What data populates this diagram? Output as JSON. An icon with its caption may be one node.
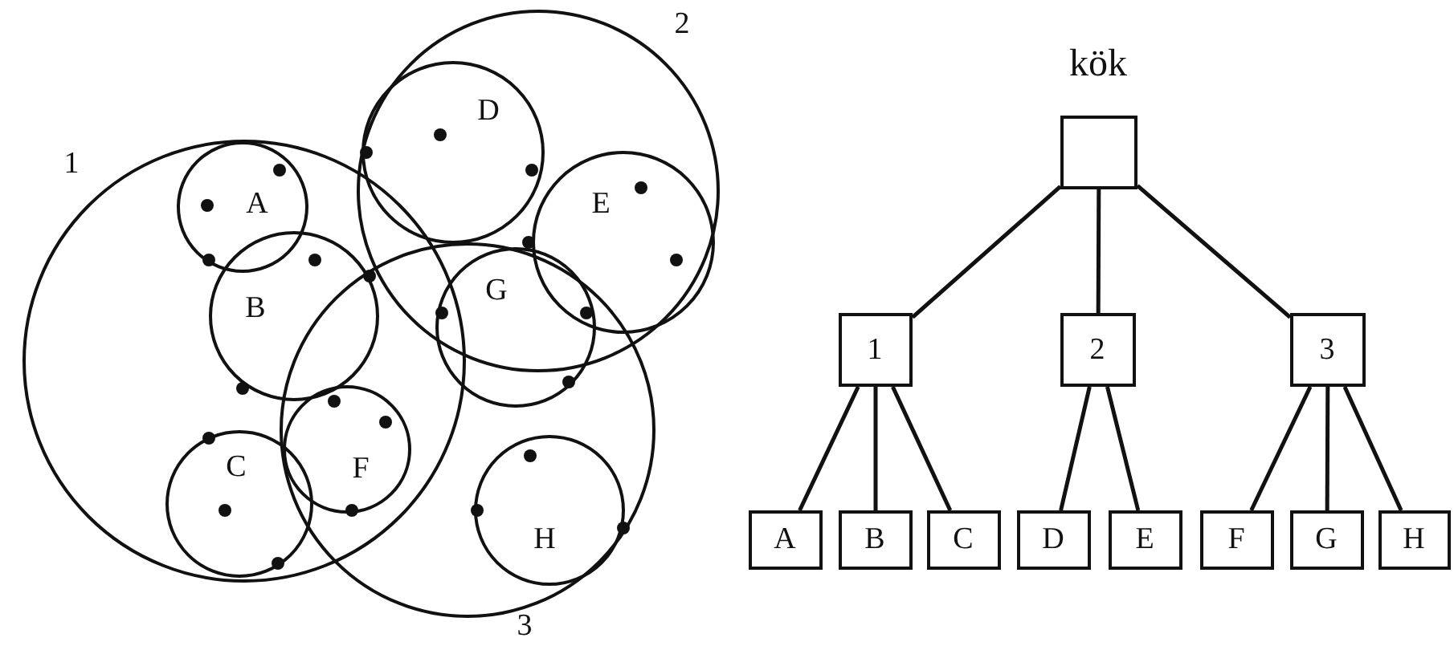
{
  "diagram": {
    "nodes": [
      {
        "text": [
          "1"
        ]
      },
      {
        "text": [
          "2"
        ]
      },
      {
        "text": [
          "3"
        ]
      },
      {
        "text": [
          "A"
        ],
        "in": 0
      },
      {
        "text": [
          "B"
        ],
        "in": 0
      },
      {
        "text": [
          "C"
        ],
        "in": 0
      },
      {
        "text": [
          "D"
        ],
        "in": 1
      },
      {
        "text": [
          "E"
        ],
        "in": 1
      },
      {
        "text": [
          "F"
        ]
      },
      {
        "text": [
          "G"
        ],
        "in": 2
      },
      {
        "text": [
          "H"
        ],
        "in": 2
      },
      {
        "text": [
          "kök"
        ]
      },
      {
        "text": [
          "1"
        ]
      },
      {
        "text": [
          "2"
        ]
      },
      {
        "text": [
          "3"
        ]
      },
      {
        "text": [
          "A"
        ]
      },
      {
        "text": [
          "B"
        ]
      },
      {
        "text": [
          "C"
        ]
      },
      {
        "text": [
          "D"
        ]
      },
      {
        "text": [
          "E"
        ]
      },
      {
        "text": [
          "F"
        ]
      },
      {
        "text": [
          "G"
        ]
      },
      {
        "text": [
          "H"
        ]
      }
    ],
    "edges": [
      {
        "from": 11,
        "to": 12,
        "arrow": "none"
      },
      {
        "from": 11,
        "to": 13,
        "arrow": "none"
      },
      {
        "from": 11,
        "to": 14,
        "arrow": "none"
      },
      {
        "from": 12,
        "to": 15,
        "arrow": "none"
      },
      {
        "from": 12,
        "to": 16,
        "arrow": "none"
      },
      {
        "from": 12,
        "to": 17,
        "arrow": "none"
      },
      {
        "from": 13,
        "to": 18,
        "arrow": "none"
      },
      {
        "from": 13,
        "to": 19,
        "arrow": "none"
      },
      {
        "from": 14,
        "to": 20,
        "arrow": "none"
      },
      {
        "from": 14,
        "to": 21,
        "arrow": "none"
      },
      {
        "from": 14,
        "to": 22,
        "arrow": "none"
      }
    ]
  }
}
